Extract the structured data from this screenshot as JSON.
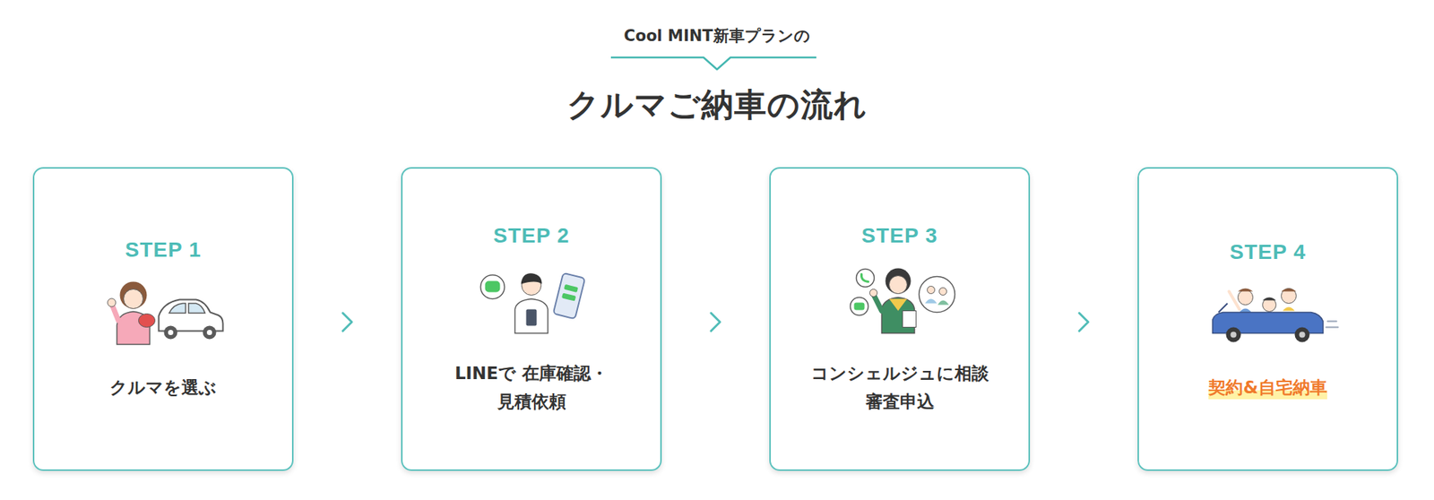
{
  "diagram": {
    "title": "クルマご納車の流れ",
    "nodes": [
      {
        "text": [
          "STEP 1",
          "クルマを選ぶ"
        ]
      },
      {
        "text": [
          "STEP 2",
          "LINEで 在庫確認・見積依頼"
        ]
      },
      {
        "text": [
          "STEP 3",
          "コンシェルジュに相談 審査申込"
        ]
      },
      {
        "text": [
          "STEP 4",
          "契約&自宅納車"
        ]
      }
    ],
    "edges": [
      {
        "from": 0,
        "to": 1,
        "arrow": "to"
      },
      {
        "from": 1,
        "to": 2,
        "arrow": "to"
      },
      {
        "from": 2,
        "to": 3,
        "arrow": "to"
      }
    ],
    "labels": [
      "Cool MINT新車プランの"
    ]
  }
}
